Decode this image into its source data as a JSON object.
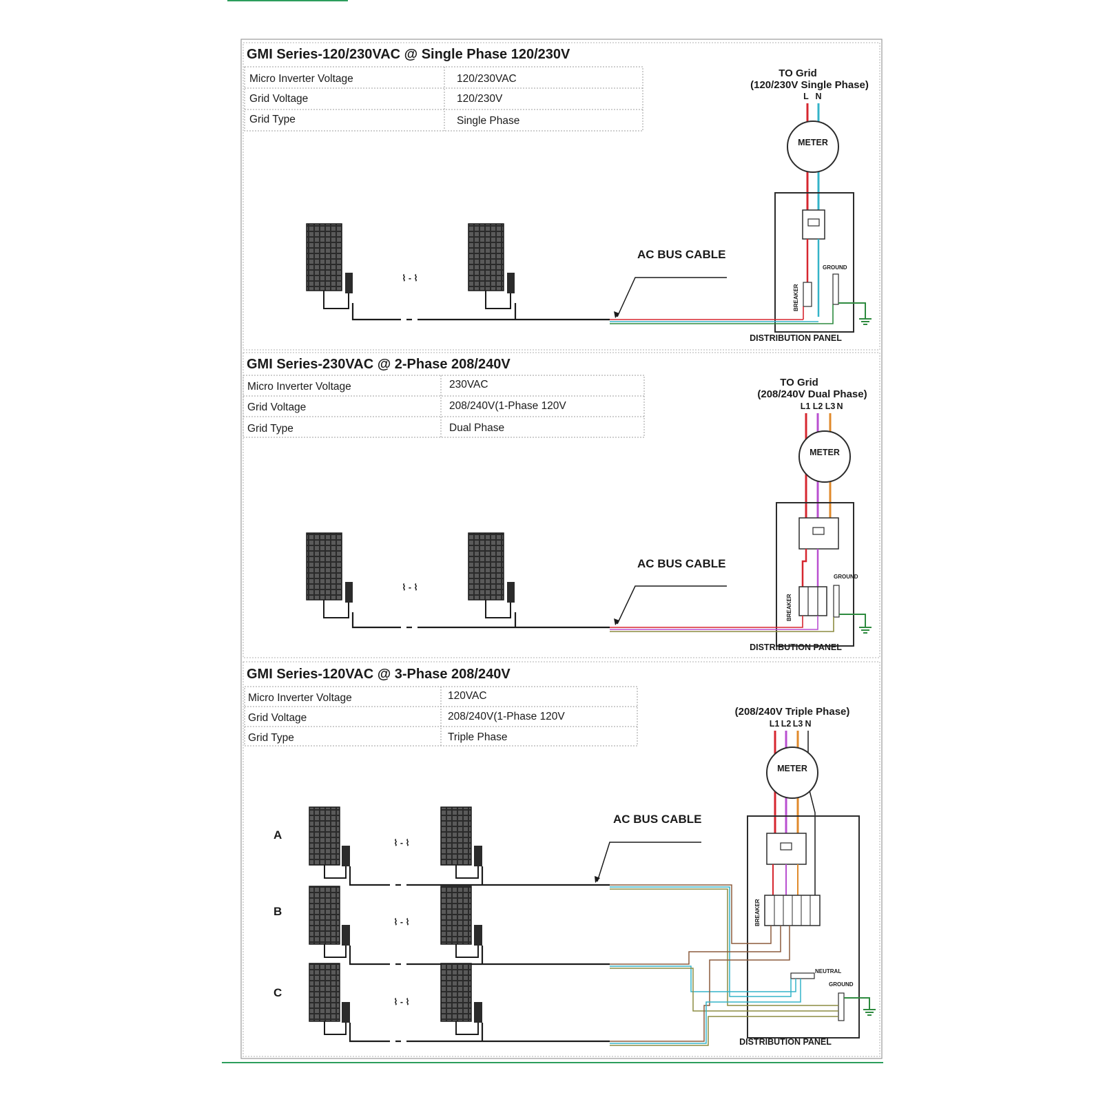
{
  "colors": {
    "line_L": "#d6262f",
    "line_N": "#34b3c8",
    "line_L2": "#b94fd0",
    "line_L3": "#e08a2b",
    "ground": "#2d8a3e",
    "panel_frame": "#2b2b2b",
    "accent_green": "#2c9d5c",
    "brown_wire": "#8b5a3c",
    "olive_wire": "#8c8c40"
  },
  "diagrams": [
    {
      "title": "GMI Series-120/230VAC @ Single Phase 120/230V",
      "table": [
        {
          "label": "Micro Inverter Voltage",
          "value": "120/230VAC"
        },
        {
          "label": "Grid  Voltage",
          "value": "120/230V"
        },
        {
          "label": "Grid Type",
          "value": "Single Phase"
        }
      ],
      "grid_title": "TO Grid",
      "grid_subtitle": "(120/230V Single Phase)",
      "grid_lines": [
        "L",
        "N"
      ],
      "meter": "METER",
      "cable": "AC BUS CABLE",
      "breaker": "BREAKER",
      "ground": "GROUND",
      "panel": "DISTRIBUTION PANEL",
      "ellipsis": "⌇ - ⌇"
    },
    {
      "title": "GMI Series-230VAC @ 2-Phase 208/240V",
      "table": [
        {
          "label": "Micro Inverter Voltage",
          "value": "230VAC"
        },
        {
          "label": "Grid  Voltage",
          "value": "208/240V(1-Phase 120V"
        },
        {
          "label": "Grid Type",
          "value": "Dual Phase"
        }
      ],
      "grid_title": "TO Grid",
      "grid_subtitle": "(208/240V Dual Phase)",
      "grid_lines": [
        "L1",
        "L2",
        "L3",
        "N"
      ],
      "meter": "METER",
      "cable": "AC BUS CABLE",
      "breaker": "BREAKER",
      "ground": "GROUND",
      "panel": "DISTRIBUTION PANEL",
      "ellipsis": "⌇ - ⌇"
    },
    {
      "title": "GMI Series-120VAC @ 3-Phase 208/240V",
      "table": [
        {
          "label": "Micro Inverter Voltage",
          "value": "120VAC"
        },
        {
          "label": "Grid  Voltage",
          "value": "208/240V(1-Phase 120V"
        },
        {
          "label": "Grid Type",
          "value": "Triple Phase"
        }
      ],
      "grid_subtitle": "(208/240V Triple Phase)",
      "grid_lines": [
        "L1",
        "L2",
        "L3",
        "N"
      ],
      "meter": "METER",
      "cable": "AC BUS CABLE",
      "breaker": "BREAKER",
      "neutral": "NEUTRAL",
      "ground": "GROUND",
      "panel": "DISTRIBUTION PANEL",
      "rows": [
        "A",
        "B",
        "C"
      ],
      "ellipsis": "⌇ - ⌇"
    }
  ]
}
